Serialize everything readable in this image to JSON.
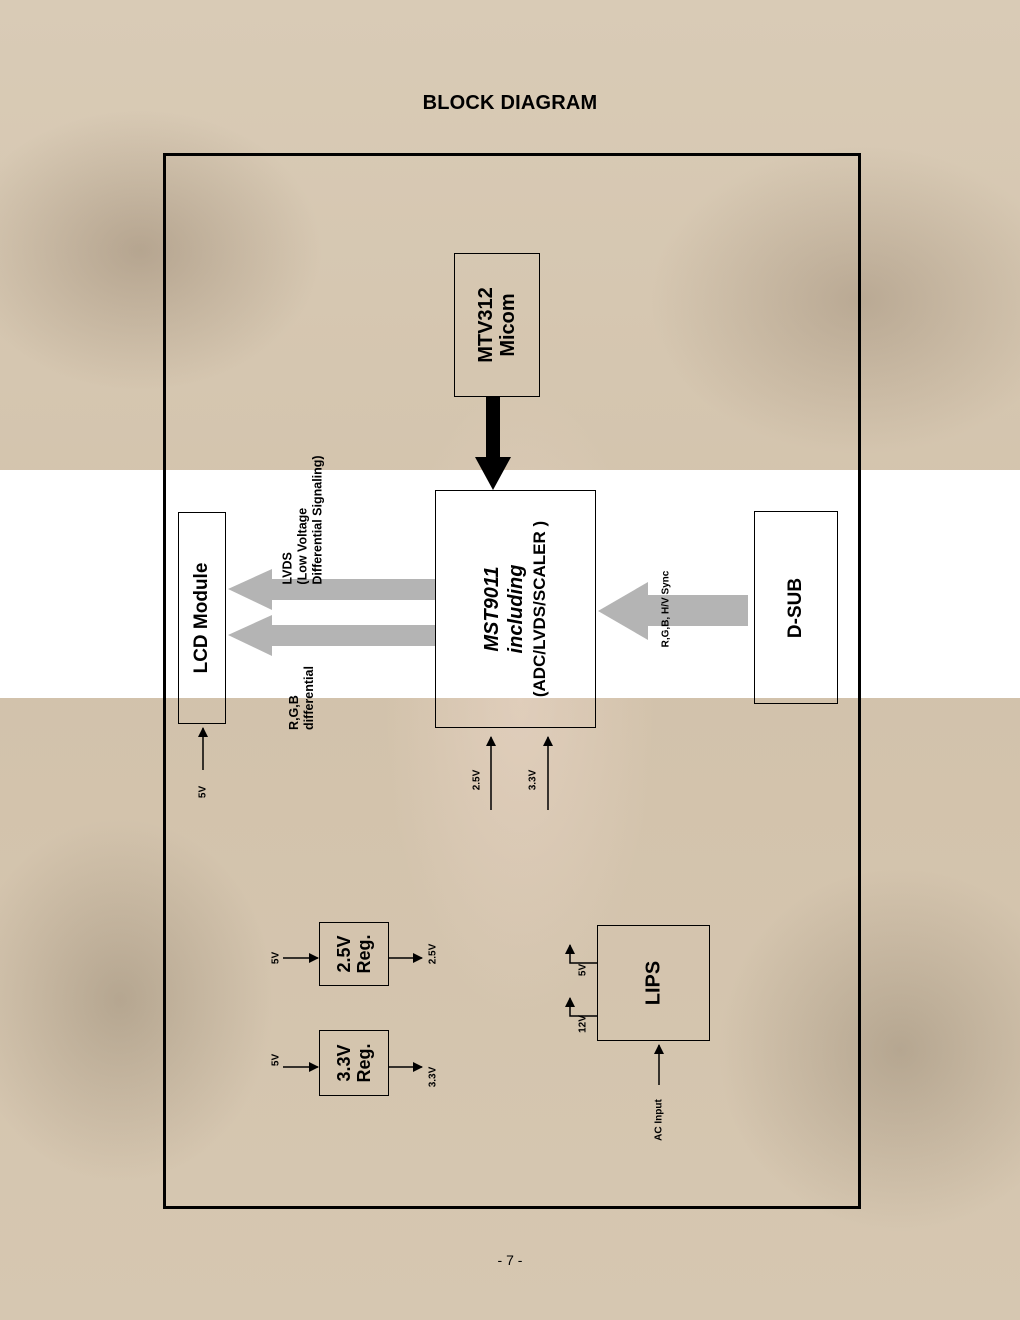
{
  "title": "BLOCK DIAGRAM",
  "page_number": "- 7 -",
  "blocks": {
    "micom": {
      "line1": "MTV312",
      "line2": "Micom"
    },
    "scaler": {
      "line1": "MST9011",
      "line2": "including",
      "line3": "(ADC/LVDS/SCALER )"
    },
    "lcd": {
      "label": "LCD Module"
    },
    "dsub": {
      "label": "D-SUB"
    },
    "reg25": {
      "line1": "2.5V",
      "line2": "Reg."
    },
    "reg33": {
      "line1": "3.3V",
      "line2": "Reg."
    },
    "lips": {
      "label": "LIPS"
    }
  },
  "labels": {
    "lvds_line1": "LVDS",
    "lvds_line2": "(Low Voltage",
    "lvds_line3": "Differential Signaling)",
    "rgb_line1": "R,G,B",
    "rgb_line2": "differential",
    "rgb_sync": "R,G,B, H/V Sync",
    "lcd_5v": "5V",
    "scaler_25v": "2.5V",
    "scaler_33v": "3.3V",
    "reg25_in": "5V",
    "reg25_out": "2.5V",
    "reg33_in": "5V",
    "reg33_out": "3.3V",
    "lips_5v": "5V",
    "lips_12v": "12V",
    "ac_input": "AC Input"
  },
  "colors": {
    "thick_arrow": "#b4b4b4",
    "control_arrow": "#000000"
  }
}
